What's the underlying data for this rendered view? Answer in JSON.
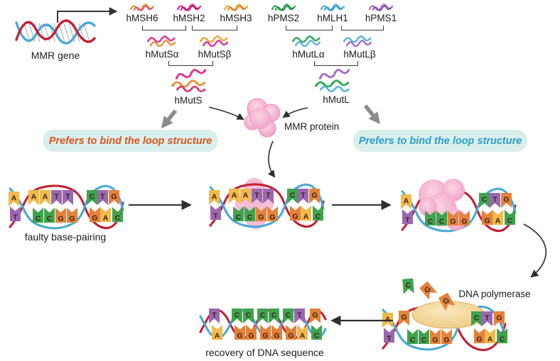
{
  "colors": {
    "strandRed": "#c42032",
    "strandBlue": "#48a9d6",
    "blobPink": "#ef9ec3",
    "blobLight": "#f4bdd8",
    "polymeraseFill": "#f2cf8b",
    "calloutBg": "#d9efec",
    "calloutLeftText": "#d9571f",
    "calloutRightText": "#2d9dcb",
    "arrowDark": "#2f2f2f",
    "arrowGray": "#8c8c8c",
    "base": {
      "A": "#f2b94d",
      "T": "#9a68b0",
      "C": "#3fa34f",
      "G": "#e5823a"
    },
    "proteins": {
      "hMSH6": [
        "#e8923d",
        "#e04b86"
      ],
      "hMSH2": [
        "#e73190",
        "#b81566"
      ],
      "hMSH3": [
        "#eda93c",
        "#d97f26"
      ],
      "hPMS2": [
        "#35a759",
        "#1f8c46"
      ],
      "hMLH1": [
        "#58b5e6",
        "#2f97cf"
      ],
      "hPMS1": [
        "#a66bc9",
        "#7e44a6"
      ],
      "hMutSa": [
        "#e73190",
        "#e8923d"
      ],
      "hMutSb": [
        "#eda93c",
        "#e73190"
      ],
      "hMutLa": [
        "#35a759",
        "#58b5e6"
      ],
      "hMutLb": [
        "#58b5e6",
        "#a66bc9"
      ],
      "hMutS": [
        "#e73190",
        "#e8923d",
        "#d9356b"
      ],
      "hMutL": [
        "#58b5e6",
        "#35a759",
        "#a66bc9"
      ]
    }
  },
  "geneLabel": "MMR gene",
  "proteinLabels": {
    "hMSH6": "hMSH6",
    "hMSH2": "hMSH2",
    "hMSH3": "hMSH3",
    "hPMS2": "hPMS2",
    "hMLH1": "hMLH1",
    "hPMS1": "hPMS1",
    "hMutSa": "hMutSα",
    "hMutSb": "hMutSβ",
    "hMutLa": "hMutLα",
    "hMutLb": "hMutLβ",
    "hMutS": "hMutS",
    "hMutL": "hMutL"
  },
  "mmrProteinLabel": "MMR protein",
  "callouts": {
    "left": "Prefers to bind the loop structure",
    "right": "Prefers to bind the loop structure"
  },
  "dna": {
    "faulty": {
      "label": "faulty base-pairing",
      "leftTop": [
        "A"
      ],
      "leftBottom": [
        "T"
      ],
      "loopTop": [
        "A",
        "A",
        "T",
        "T"
      ],
      "loopBottom": [
        "C",
        "C",
        "G",
        "G"
      ],
      "rightTop": [
        "C",
        "T",
        "G"
      ],
      "rightBottom": [
        "G",
        "A",
        "C"
      ]
    },
    "bound": {
      "leftTop": [
        "A"
      ],
      "leftBottom": [
        "T"
      ],
      "loopTop": [
        "A",
        "A",
        "T",
        "T"
      ],
      "loopBottom": [
        "C",
        "C",
        "G",
        "G"
      ],
      "rightTop": [
        "C",
        "T",
        "G"
      ],
      "rightBottom": [
        "G",
        "A",
        "C"
      ]
    },
    "excised": {
      "leftTop": [
        "A"
      ],
      "leftBottom": [
        "T"
      ],
      "loopBottom": [
        "C",
        "C",
        "G",
        "G"
      ],
      "rightTop": [
        "C",
        "T",
        "G"
      ],
      "rightBottom": [
        "G",
        "A",
        "C"
      ]
    },
    "polymerase": {
      "label": "DNA polymerase",
      "freeBases": [
        "C",
        "G",
        "G"
      ],
      "leftTop": [
        "A"
      ],
      "leftBottom": [
        "T"
      ],
      "newTop": [
        "G"
      ],
      "loopBottom": [
        "C",
        "C",
        "G",
        "G"
      ],
      "rightTop": [
        "C",
        "T",
        "G"
      ],
      "rightBottom": [
        "G",
        "A",
        "C"
      ]
    },
    "recovery": {
      "label": "recovery of DNA sequence",
      "top": [
        "T",
        "C",
        "C",
        "C",
        "C",
        "C",
        "T",
        "G"
      ],
      "bottom": [
        "A",
        "G",
        "G",
        "G",
        "G",
        "G",
        "A",
        "C"
      ]
    }
  }
}
